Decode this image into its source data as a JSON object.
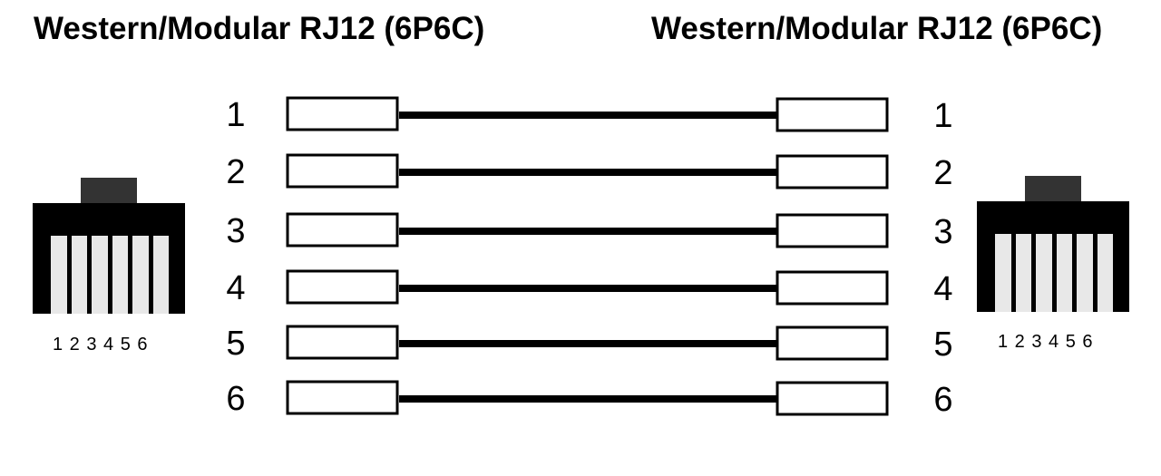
{
  "titles": {
    "left": "Western/Modular RJ12 (6P6C)",
    "right": "Western/Modular RJ12 (6P6C)"
  },
  "connectors": {
    "left": {
      "pin_labels": "1 2 3 4 5 6"
    },
    "right": {
      "pin_labels": "1 2 3 4 5 6"
    }
  },
  "wires": [
    {
      "left_pin": "1",
      "right_pin": "1"
    },
    {
      "left_pin": "2",
      "right_pin": "2"
    },
    {
      "left_pin": "3",
      "right_pin": "3"
    },
    {
      "left_pin": "4",
      "right_pin": "4"
    },
    {
      "left_pin": "5",
      "right_pin": "5"
    },
    {
      "left_pin": "6",
      "right_pin": "6"
    }
  ],
  "colors": {
    "wire": "#000000",
    "connector_body": "#000000",
    "connector_tab": "#333333",
    "pin": "#e8e8e8"
  }
}
